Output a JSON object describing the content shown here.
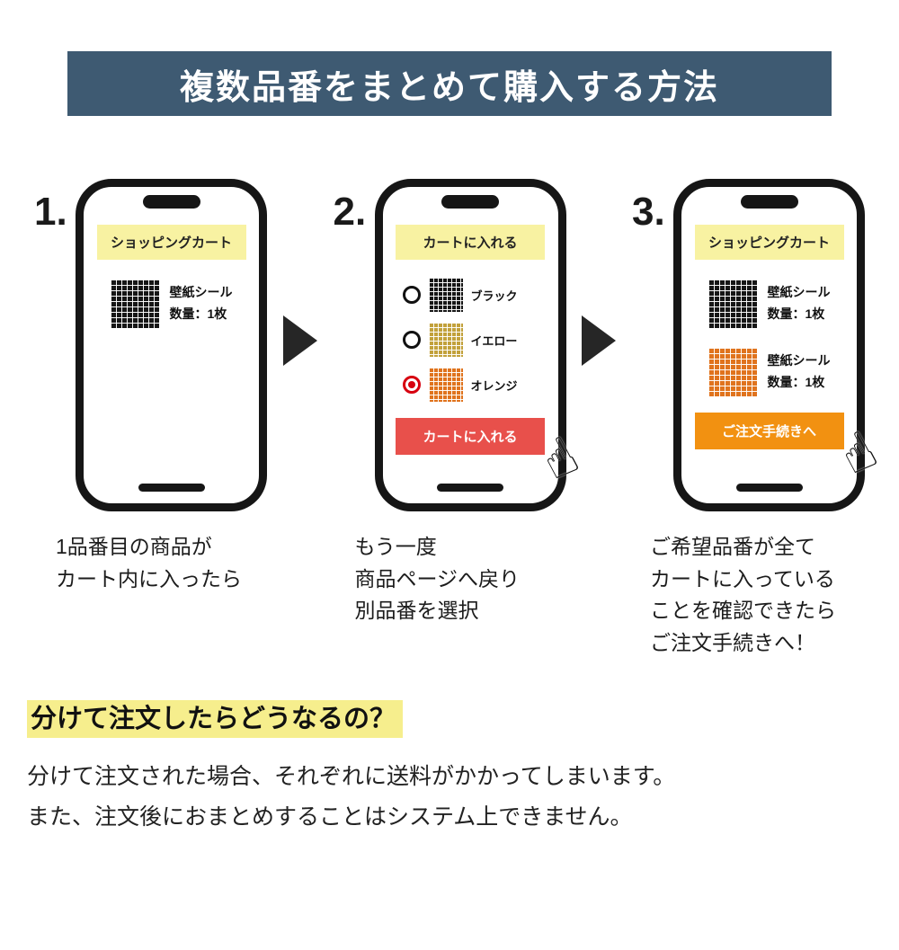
{
  "banner": {
    "title": "複数品番をまとめて購入する方法"
  },
  "icons": {
    "hand_cursor": "☝"
  },
  "steps": [
    {
      "number": "1.",
      "phone": {
        "header": "ショッピングカート",
        "products": [
          {
            "swatch": "black",
            "name": "壁紙シール",
            "qty": "数量：1枚"
          }
        ]
      },
      "caption": "1品番目の商品が\nカート内に入ったら"
    },
    {
      "number": "2.",
      "phone": {
        "header": "カートに入れる",
        "options": [
          {
            "swatch": "black",
            "label": "ブラック",
            "selected": false
          },
          {
            "swatch": "yellow",
            "label": "イエロー",
            "selected": false
          },
          {
            "swatch": "orange",
            "label": "オレンジ",
            "selected": true
          }
        ],
        "button": "カートに入れる"
      },
      "caption": "もう一度\n商品ページへ戻り\n別品番を選択"
    },
    {
      "number": "3.",
      "phone": {
        "header": "ショッピングカート",
        "products": [
          {
            "swatch": "black",
            "name": "壁紙シール",
            "qty": "数量：1枚"
          },
          {
            "swatch": "orange",
            "name": "壁紙シール",
            "qty": "数量：1枚"
          }
        ],
        "button": "ご注文手続きへ"
      },
      "caption": "ご希望品番が全て\nカートに入っている\nことを確認できたら\nご注文手続きへ！"
    }
  ],
  "footer": {
    "heading": "分けて注文したらどうなるの？",
    "body": "分けて注文された場合、それぞれに送料がかかってしまいます。\nまた、注文後におまとめすることはシステム上できません。"
  },
  "colors": {
    "banner_bg": "#3e5a72",
    "phone_header_bg": "#f8f2a2",
    "add_to_cart_button": "#e8504b",
    "checkout_button": "#f29111",
    "selected_radio": "#d7000f",
    "heading_highlight": "#f6ee8d",
    "swatch_black": "#161616",
    "swatch_yellow": "#c2a13b",
    "swatch_orange": "#e0731d"
  }
}
